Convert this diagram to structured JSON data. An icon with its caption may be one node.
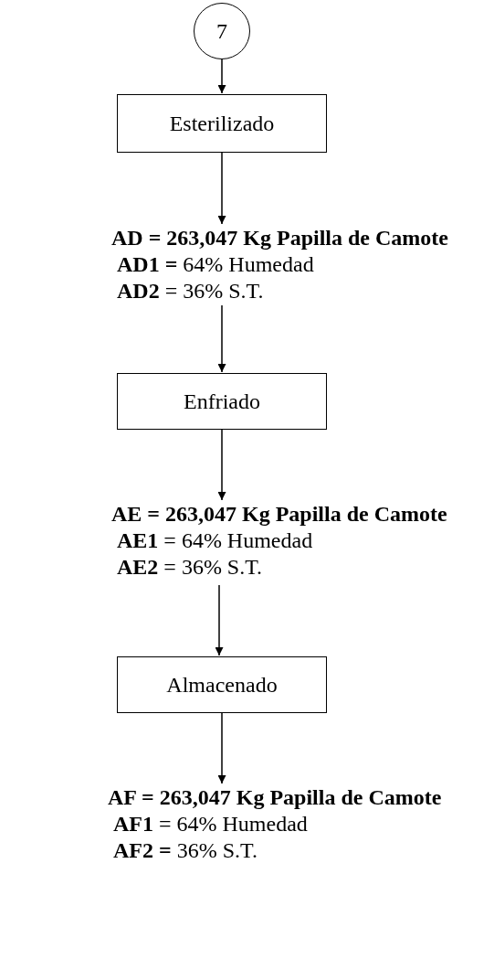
{
  "diagram": {
    "nodes": [
      {
        "text": [
          "7"
        ]
      },
      {
        "text": [
          "Esterilizado"
        ]
      },
      {
        "text": [
          "AD = 263,047 Kg Papilla de Camote",
          "**AD1 =** 64% Humedad",
          "**AD2** = 36% S.T."
        ]
      },
      {
        "text": [
          "Enfriado"
        ]
      },
      {
        "text": [
          "AE  = 263,047 Kg Papilla de Camote",
          "**AE1** = 64% Humedad",
          "**AE2** = 36% S.T."
        ]
      },
      {
        "text": [
          "Almacenado"
        ]
      },
      {
        "text": [
          "AF = 263,047 Kg Papilla de Camote",
          "**AF1** = 64% Humedad",
          "**AF2 =** 36% S.T."
        ]
      }
    ],
    "edges": [
      {
        "from": 0,
        "to": 1,
        "arrow": "to"
      },
      {
        "from": 1,
        "to": 2,
        "arrow": "to"
      },
      {
        "from": 2,
        "to": 3,
        "arrow": "to"
      },
      {
        "from": 3,
        "to": 4,
        "arrow": "to"
      },
      {
        "from": 4,
        "to": 5,
        "arrow": "to"
      },
      {
        "from": 5,
        "to": 6,
        "arrow": "to"
      }
    ]
  }
}
